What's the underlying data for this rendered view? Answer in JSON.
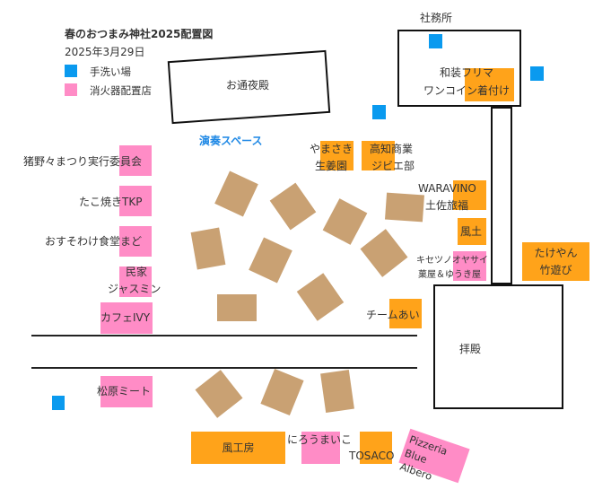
{
  "header": {
    "title": "春のおつまみ神社2025配置図",
    "date": "2025年3月29日"
  },
  "legend": [
    {
      "label": "手洗い場",
      "color": "#0a9aef"
    },
    {
      "label": "消火器配置店",
      "color": "#ff8cc6"
    }
  ],
  "colors": {
    "stall_orange": "#ffa31a",
    "stall_pink": "#ff8cc6",
    "handwash_blue": "#0a9aef",
    "bench_brown": "#c9a173",
    "stage_text": "#1e88e5"
  },
  "buildings": {
    "otsuya": "お通夜殿",
    "shamusho": "社務所",
    "haiden": "拝殿"
  },
  "stage": "演奏スペース",
  "stalls": {
    "inono": "猪野々まつり実行委員会",
    "takoyaki": "たこ焼きTKP",
    "osusowake": "おすそわけ食堂まど",
    "minka_1": "民家",
    "minka_2": "ジャスミン",
    "cafe": "カフェIVY",
    "matsubara": "松原ミート",
    "yamasaki_1": "やまさき",
    "yamasaki_2": "生姜園",
    "kochi_1": "高知商業",
    "kochi_2": "ジビエ部",
    "wafuku_1": "和装フリマ",
    "wafuku_2": "ワンコイン着付け",
    "waravino_1": "WARAVINO",
    "waravino_2": "土佐旅福",
    "fudo": "風土",
    "kisetsu_1": "キセツノオヤサイ",
    "kisetsu_2": "菓屋＆ゆうき屋",
    "takeyan_1": "たけやん",
    "takeyan_2": "竹遊び",
    "team": "チームあい",
    "fukobo": "風工房",
    "nirou": "にろうまいこ",
    "tosaco": "TOSACO",
    "pizzeria": "Pizzeria Blue Albero"
  }
}
